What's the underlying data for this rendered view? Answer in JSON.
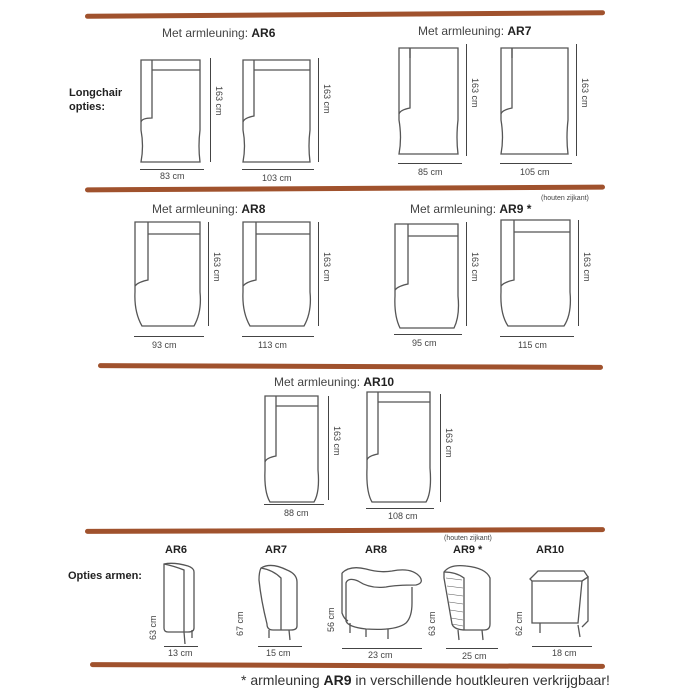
{
  "rows": [
    {
      "groups": [
        {
          "prefix": "Met armleuning:",
          "code": "AR6",
          "items": [
            {
              "width": "83 cm",
              "height": "163 cm"
            },
            {
              "width": "103 cm",
              "height": "163 cm"
            }
          ]
        },
        {
          "prefix": "Met armleuning:",
          "code": "AR7",
          "items": [
            {
              "width": "85 cm",
              "height": "163 cm"
            },
            {
              "width": "105 cm",
              "height": "163 cm"
            }
          ]
        }
      ]
    },
    {
      "groups": [
        {
          "prefix": "Met armleuning:",
          "code": "AR8",
          "items": [
            {
              "width": "93 cm",
              "height": "163 cm"
            },
            {
              "width": "113 cm",
              "height": "163 cm"
            }
          ]
        },
        {
          "prefix": "Met armleuning:",
          "code": "AR9",
          "asterisk": "*",
          "note": "(houten zijkant)",
          "items": [
            {
              "width": "95 cm",
              "height": "163 cm"
            },
            {
              "width": "115 cm",
              "height": "163 cm"
            }
          ]
        }
      ]
    },
    {
      "groups": [
        {
          "prefix": "Met armleuning:",
          "code": "AR10",
          "items": [
            {
              "width": "88 cm",
              "height": "163 cm"
            },
            {
              "width": "108 cm",
              "height": "163 cm"
            }
          ]
        }
      ]
    }
  ],
  "longchair_label": [
    "Longchair",
    "opties:"
  ],
  "arms_label": "Opties armen:",
  "arms": [
    {
      "code": "AR6",
      "width": "13 cm",
      "height": "63 cm",
      "icon": "ar6-arm-icon"
    },
    {
      "code": "AR7",
      "width": "15 cm",
      "height": "67 cm",
      "icon": "ar7-arm-icon"
    },
    {
      "code": "AR8",
      "width": "23 cm",
      "height": "56 cm",
      "icon": "ar8-arm-icon"
    },
    {
      "code": "AR9 *",
      "note": "(houten zijkant)",
      "width": "25 cm",
      "height": "63 cm",
      "icon": "ar9-arm-icon"
    },
    {
      "code": "AR10",
      "width": "18 cm",
      "height": "62 cm",
      "icon": "ar10-arm-icon"
    }
  ],
  "footer": {
    "prefix": "* armleuning ",
    "code": "AR9",
    "suffix": " in verschillende houtkleuren verkrijgbaar!"
  },
  "colors": {
    "stroke": "#a0522d",
    "line": "#555555"
  }
}
